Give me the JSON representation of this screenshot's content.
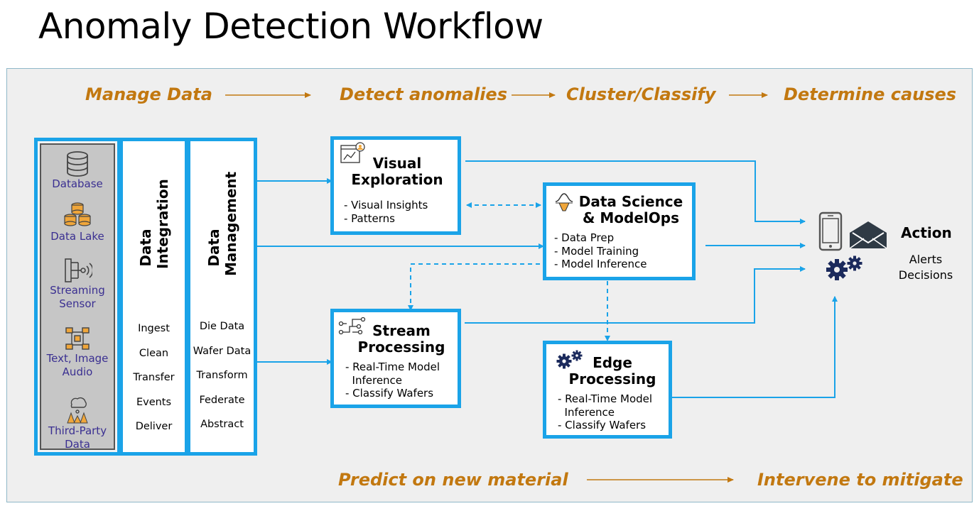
{
  "title": "Anomaly Detection Workflow",
  "stages_top": [
    "Manage Data",
    "Detect anomalies",
    "Cluster/Classify",
    "Determine causes"
  ],
  "stages_bottom": [
    "Predict on new material",
    "Intervene to mitigate"
  ],
  "sources": [
    {
      "label": "Database",
      "icon": "database-icon"
    },
    {
      "label": "Data Lake",
      "icon": "data-lake-icon"
    },
    {
      "label": "Streaming Sensor",
      "icon": "streaming-sensor-icon"
    },
    {
      "label": "Text, Image Audio",
      "icon": "text-image-audio-icon"
    },
    {
      "label": "Third-Party Data",
      "icon": "third-party-data-icon"
    }
  ],
  "data_integration": {
    "title": "Data Integration",
    "items": [
      "Ingest",
      "Clean",
      "Transfer",
      "Events",
      "Deliver"
    ]
  },
  "data_management": {
    "title": "Data Management",
    "items": [
      "Die Data",
      "Wafer Data",
      "Transform",
      "Federate",
      "Abstract"
    ]
  },
  "visual_exploration": {
    "title": "Visual Exploration",
    "items": [
      "- Visual Insights",
      "- Patterns"
    ]
  },
  "data_science": {
    "title": "Data Science & ModelOps",
    "items": [
      "- Data Prep",
      "- Model Training",
      "- Model Inference"
    ]
  },
  "stream_processing": {
    "title": "Stream Processing",
    "items": [
      "- Real-Time Model\n  Inference",
      "- Classify Wafers"
    ]
  },
  "edge_processing": {
    "title": "Edge Processing",
    "items": [
      "- Real-Time Model\n  Inference",
      "- Classify Wafers"
    ]
  },
  "action": {
    "title": "Action",
    "subtitle": "Alerts Decisions"
  },
  "colors": {
    "accent_blue": "#1aa3e8",
    "stage_orange": "#c27810",
    "source_text": "#3a2f91",
    "icon_navy": "#1b2a5c"
  }
}
